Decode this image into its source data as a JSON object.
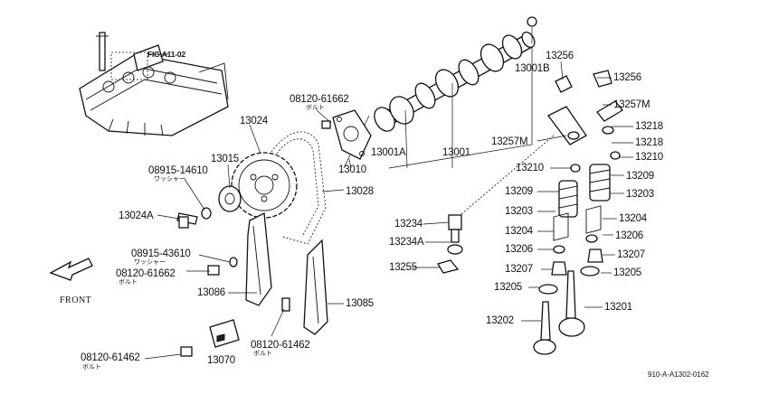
{
  "diagram": {
    "fig_ref": "FIG.A11-02",
    "front_label": "FRONT",
    "drawing_code": "910-A-A1302-0162",
    "callouts": {
      "c_08120_61662_top": "08120-61662",
      "c_13024": "13024",
      "c_13015": "13015",
      "c_08915_14610": "08915-14610",
      "c_13024A": "13024A",
      "c_08915_43610": "08915-43610",
      "c_08120_61662_mid": "08120-61662",
      "c_13086": "13086",
      "c_08120_61462_left": "08120-61462",
      "c_13070": "13070",
      "c_08120_61462_mid": "08120-61462",
      "c_13085": "13085",
      "c_13028": "13028",
      "c_13010": "13010",
      "c_13001A": "13001A",
      "c_13001": "13001",
      "c_13001B": "13001B",
      "c_13256_a": "13256",
      "c_13256_b": "13256",
      "c_13257M_a": "13257M",
      "c_13257M_b": "13257M",
      "c_13218_a": "13218",
      "c_13218_b": "13218",
      "c_13210_a": "13210",
      "c_13210_b": "13210",
      "c_13209_a": "13209",
      "c_13209_b": "13209",
      "c_13203_a": "13203",
      "c_13203_b": "13203",
      "c_13204_a": "13204",
      "c_13204_b": "13204",
      "c_13206_a": "13206",
      "c_13206_b": "13206",
      "c_13207_a": "13207",
      "c_13207_b": "13207",
      "c_13205_a": "13205",
      "c_13205_b": "13205",
      "c_13202": "13202",
      "c_13201": "13201",
      "c_13234": "13234",
      "c_13234A": "13234A",
      "c_13255": "13255"
    },
    "sublabels": {
      "bolt_top": "ボルト",
      "washer_a": "ワッシャー",
      "washer_b": "ワッシャー",
      "bolt_mid": "ボルト",
      "bolt_left": "ボルト",
      "bolt_right": "ボルト"
    }
  }
}
